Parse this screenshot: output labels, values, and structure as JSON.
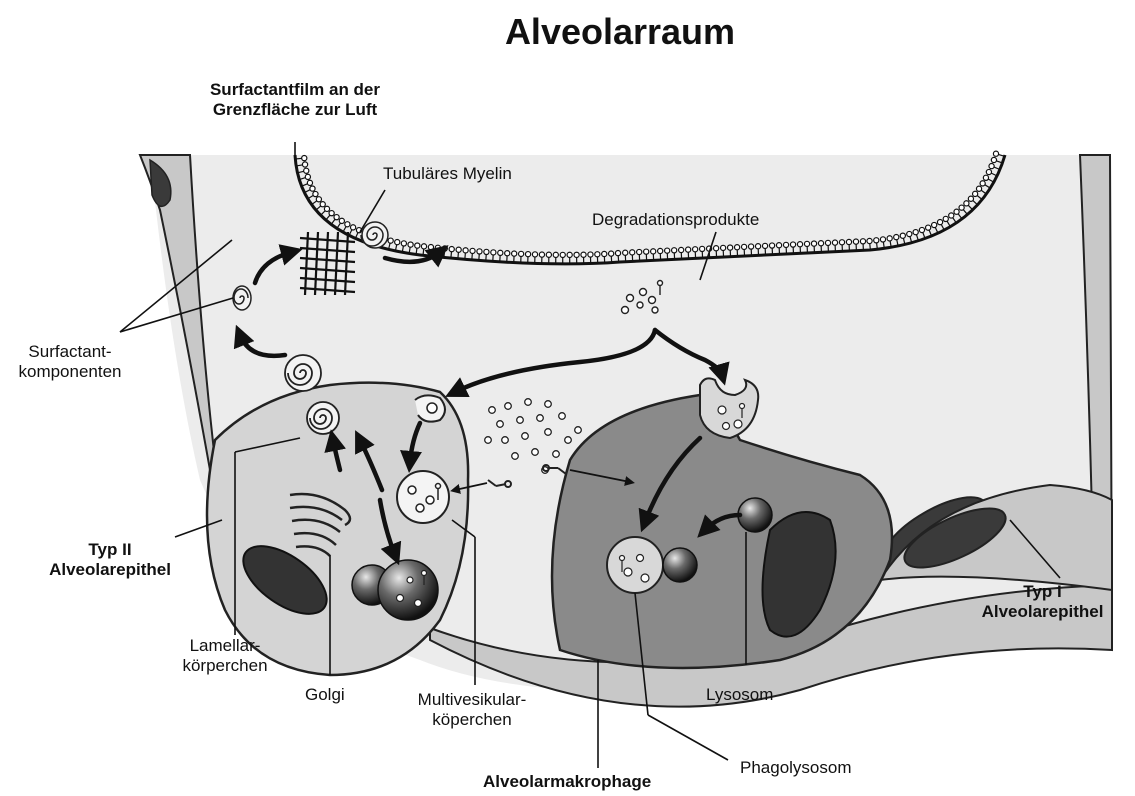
{
  "title": "Alveolarraum",
  "labels": {
    "surfactant_film_line1": "Surfactantfilm an der",
    "surfactant_film_line2": "Grenzfläche zur Luft",
    "tubular_myelin": "Tubuläres Myelin",
    "degradation_products": "Degradationsprodukte",
    "surfactant_components_line1": "Surfactant-",
    "surfactant_components_line2": "komponenten",
    "type2_line1": "Typ II",
    "type2_line2": "Alveolarepithel",
    "lamellar_line1": "Lamellar-",
    "lamellar_line2": "körperchen",
    "golgi": "Golgi",
    "multivesicular_line1": "Multivesikular-",
    "multivesicular_line2": "köperchen",
    "lysosome": "Lysosom",
    "phagolysosome": "Phagolysosom",
    "macrophage": "Alveolarmakrophage",
    "type1_line1": "Typ I",
    "type1_line2": "Alveolarepithel"
  },
  "colors": {
    "background": "#ffffff",
    "alveolar_space": "#ececec",
    "wall": "#c8c8c8",
    "wall_nucleus": "#3a3a3a",
    "type2_cell": "#d4d4d4",
    "macrophage": "#8a8a8a",
    "nucleus": "#333333",
    "outline": "#222222"
  }
}
